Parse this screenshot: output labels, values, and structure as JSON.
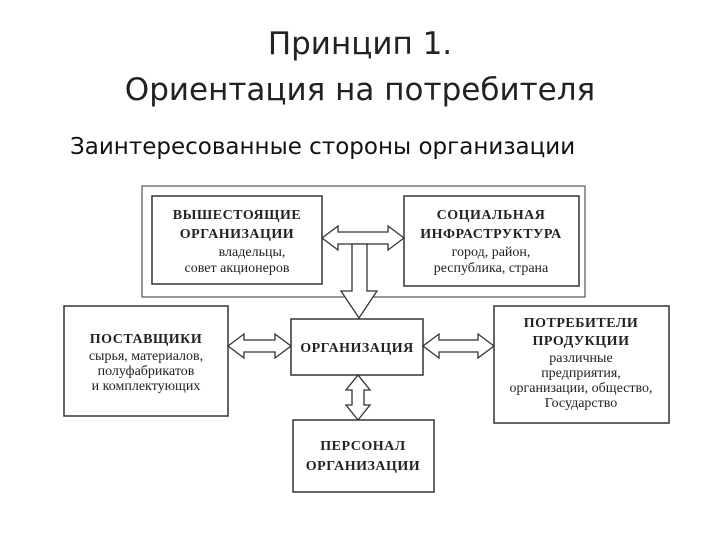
{
  "header": {
    "title_line1": "Принцип 1.",
    "title_line2": "Ориентация на потребителя",
    "subtitle": "Заинтересованные стороны организации"
  },
  "diagram": {
    "top_left": {
      "heading1": "ВЫШЕСТОЯЩИЕ",
      "heading2": "ОРГАНИЗАЦИИ",
      "line1": "владельцы,",
      "line2": "совет акционеров"
    },
    "top_right": {
      "heading1": "СОЦИАЛЬНАЯ",
      "heading2": "ИНФРАСТРУКТУРА",
      "line1": "город, район,",
      "line2": "республика, страна"
    },
    "left": {
      "heading1": "ПОСТАВЩИКИ",
      "line1": "сырья, материалов,",
      "line2": "полуфабрикатов",
      "line3": "и комплектующих"
    },
    "center": {
      "heading1": "ОРГАНИЗАЦИЯ"
    },
    "right": {
      "heading1": "ПОТРЕБИТЕЛИ",
      "heading2": "ПРОДУКЦИИ",
      "line1": "различные",
      "line2": "предприятия,",
      "line3": "организации, общество,",
      "line4": "Государство"
    },
    "bottom": {
      "heading1": "ПЕРСОНАЛ",
      "heading2": "ОРГАНИЗАЦИИ"
    }
  }
}
